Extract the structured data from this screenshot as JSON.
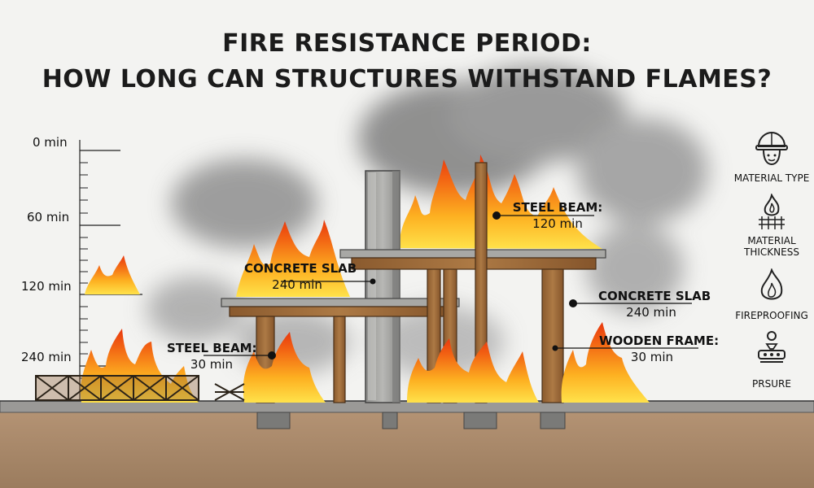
{
  "title": {
    "line1": "FIRE RESISTANCE PERIOD:",
    "line2": "HOW LONG CAN STRUCTURES WITHSTAND FLAMES?"
  },
  "time_scale": {
    "ticks": [
      "0 min",
      "60 min",
      "120 min",
      "240 min"
    ]
  },
  "annotations": {
    "concrete_slab_left": {
      "name": "CONCRETE SLAB",
      "time": "240 min"
    },
    "steel_beam_left": {
      "name": "STEEL BEAM:",
      "time": "30 min"
    },
    "steel_beam_right": {
      "name": "STEEL BEAM:",
      "time": "120 min"
    },
    "concrete_slab_right": {
      "name": "CONCRETE SLAB",
      "time": "240 min"
    },
    "wooden_frame": {
      "name": "WOODEN FRAME:",
      "time": "30 min"
    }
  },
  "legend": {
    "items": [
      {
        "label": "MATERIAL TYPE",
        "icon": "firefighter-helmet-icon"
      },
      {
        "label": "MATERIAL THICKNESS",
        "icon": "flame-grid-icon"
      },
      {
        "label": "FIREPROOFING",
        "icon": "flame-icon"
      },
      {
        "label": "PRSURE",
        "icon": "person-load-icon"
      }
    ]
  },
  "colors": {
    "background": "#f3f3f1",
    "soil": "#a98a6b",
    "wood": "#9c6b3c",
    "concrete": "#9a9a98",
    "flame_outer": "#f04a12",
    "flame_mid": "#fa9a1c",
    "flame_inner": "#ffe24a",
    "smoke": "#8c8c8c"
  }
}
